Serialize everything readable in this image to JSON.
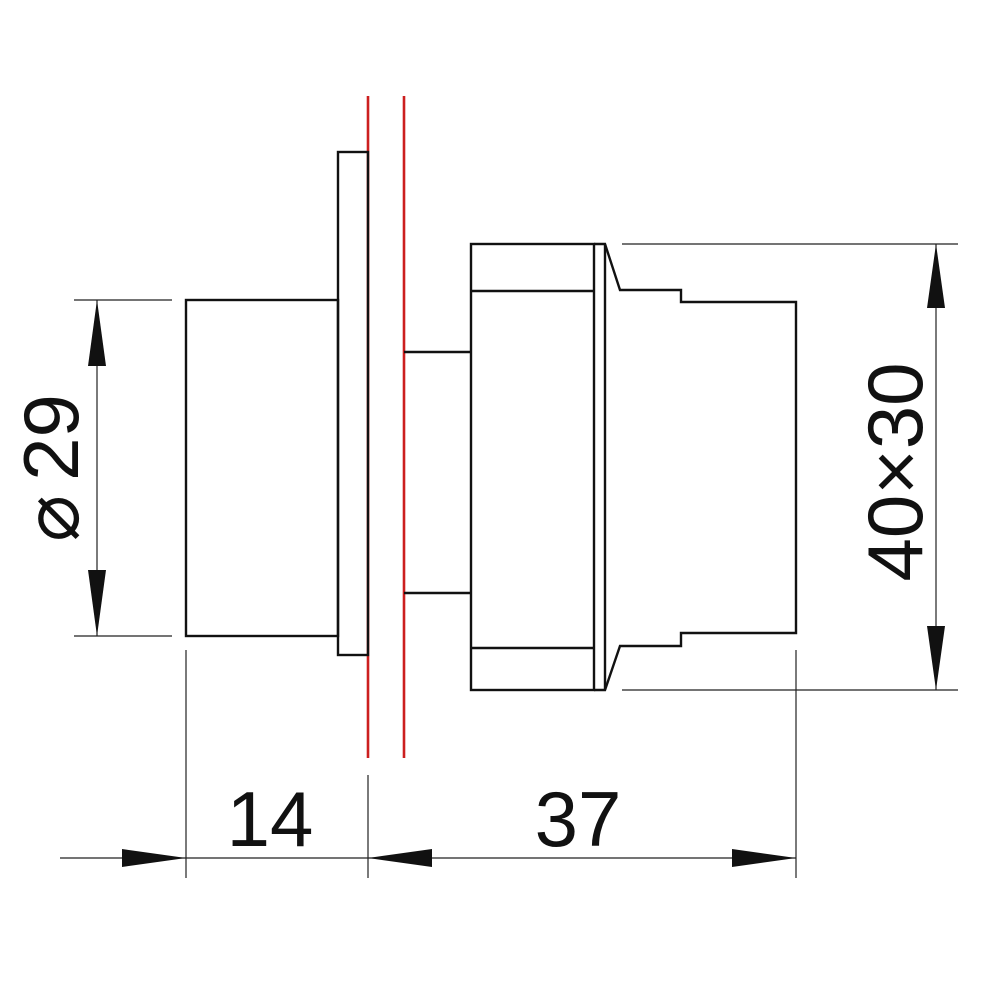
{
  "colors": {
    "outline": "#111111",
    "panel_lines": "#cc1f1f",
    "background": "#ffffff"
  },
  "dimensions": {
    "diameter_symbol": "⌀",
    "diameter_value": "29",
    "front_depth": "14",
    "rear_depth": "37",
    "body_size": "40×30"
  }
}
